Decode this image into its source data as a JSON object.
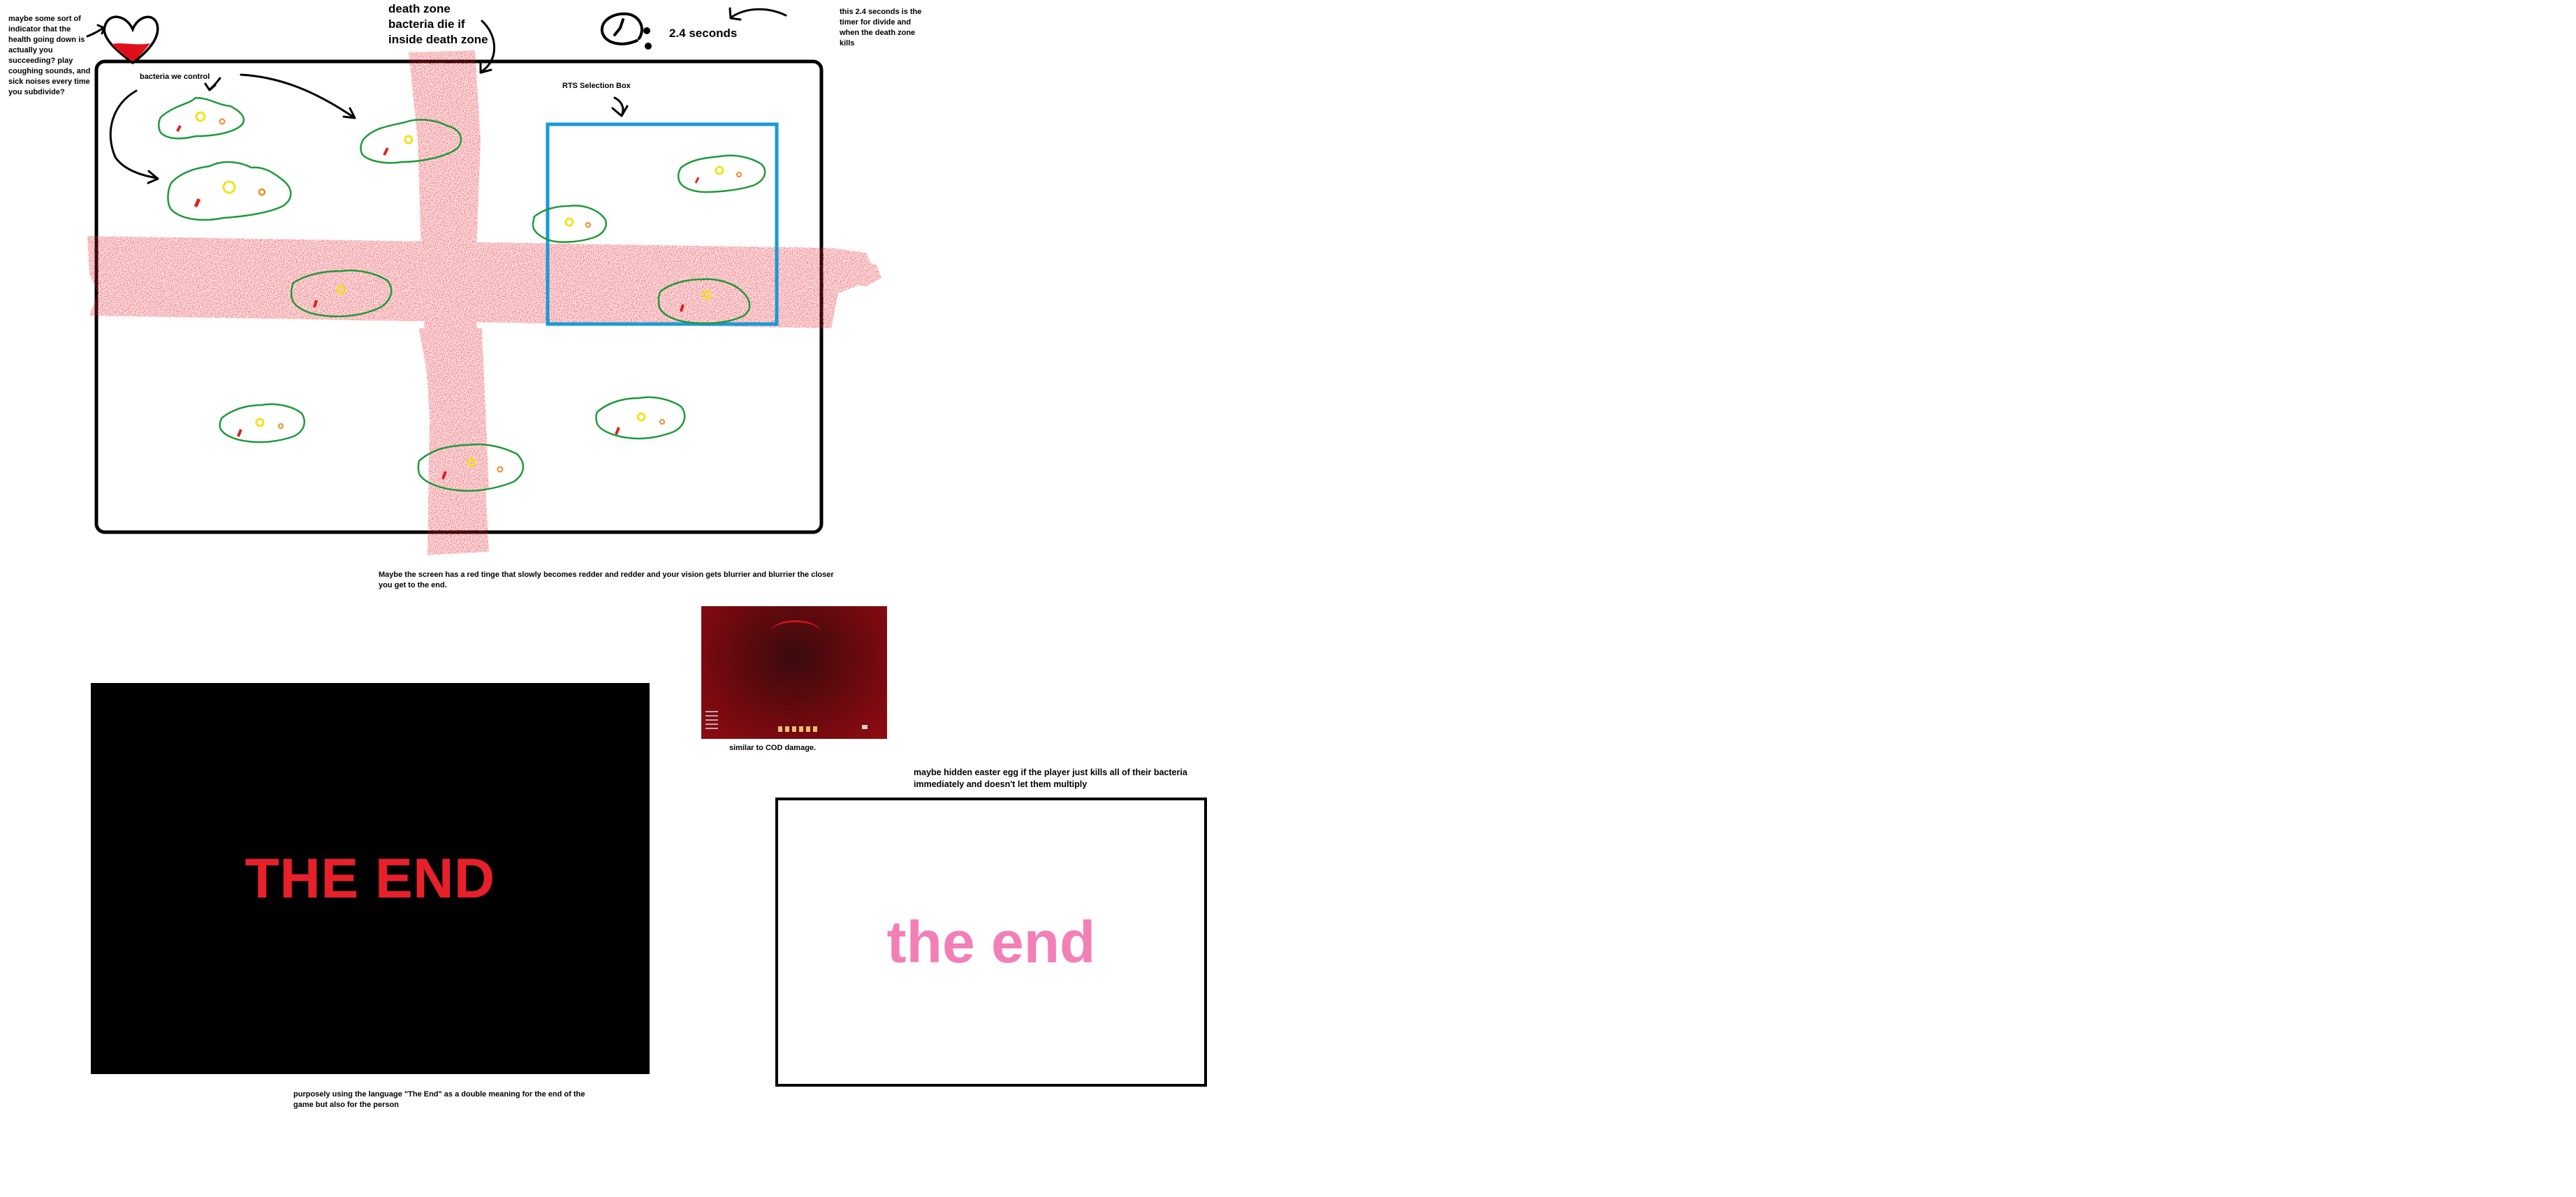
{
  "notes": {
    "health_indicator": "maybe some sort of indicator that the health going down is actually you succeeding? play coughing sounds, and sick noises every time you subdivide?",
    "death_zone": "death zone\nbacteria die if\ninside death zone",
    "timer_value": "2.4 seconds",
    "timer_explain": "this 2.4 seconds is the timer for divide and when the death zone kills",
    "bacteria_label": "bacteria we control",
    "rts_label": "RTS Selection Box",
    "red_tinge": "Maybe the screen has a red tinge that slowly becomes redder and redder and your vision gets blurrier and blurrier the closer you get to the end.",
    "cod_caption": "similar to COD damage.",
    "easter_egg": "maybe hidden easter egg if the player just kills all of their bacteria immediately and doesn't let them multiply",
    "the_end_caption": "purposely using the language \"The End\" as a double meaning for the end of the game but also for the person"
  },
  "endings": {
    "black_screen_text": "THE END",
    "white_screen_text": "the end"
  },
  "icons": {
    "heart": "heart-icon",
    "clock": "clock-icon"
  },
  "colors": {
    "death_zone_red": "#e8202a",
    "bacteria_outline": "#1e9a3a",
    "selection_box": "#1a9ad6",
    "end_red": "#e8202a",
    "end_pink": "#f37fb7",
    "nucleus_yellow": "#f2e21a",
    "organelle_orange": "#f08a24",
    "organelle_red": "#e0201f"
  }
}
